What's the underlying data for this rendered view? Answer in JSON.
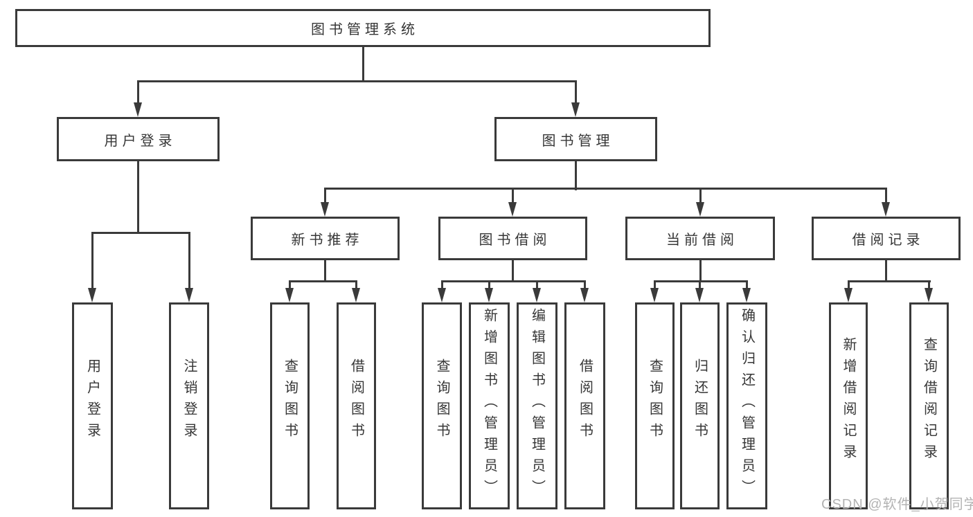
{
  "tree": {
    "root": {
      "label": "图书管理系统"
    },
    "user_login": {
      "label": "用户登录",
      "children": {
        "login": {
          "label": "用户登录"
        },
        "logout": {
          "label": "注销登录"
        }
      }
    },
    "book_mgmt": {
      "label": "图书管理",
      "children": {
        "new_books": {
          "label": "新书推荐",
          "children": {
            "query": {
              "label": "查询图书"
            },
            "borrow": {
              "label": "借阅图书"
            }
          }
        },
        "borrowing": {
          "label": "图书借阅",
          "children": {
            "query": {
              "label": "查询图书"
            },
            "add": {
              "label": "新增图书（管理员）"
            },
            "edit": {
              "label": "编辑图书（管理员）"
            },
            "borrow": {
              "label": "借阅图书"
            }
          }
        },
        "current": {
          "label": "当前借阅",
          "children": {
            "query": {
              "label": "查询图书"
            },
            "return": {
              "label": "归还图书"
            },
            "confirm": {
              "label": "确认归还（管理员）"
            }
          }
        },
        "records": {
          "label": "借阅记录",
          "children": {
            "add": {
              "label": "新增借阅记录"
            },
            "query": {
              "label": "查询借阅记录"
            }
          }
        }
      }
    }
  },
  "watermark": {
    "text": "CSDN @软件_小贺同学"
  },
  "colors": {
    "line": "#3a3a3a",
    "text": "#363636",
    "background": "#ffffff",
    "watermark": "#b3b3b3"
  }
}
